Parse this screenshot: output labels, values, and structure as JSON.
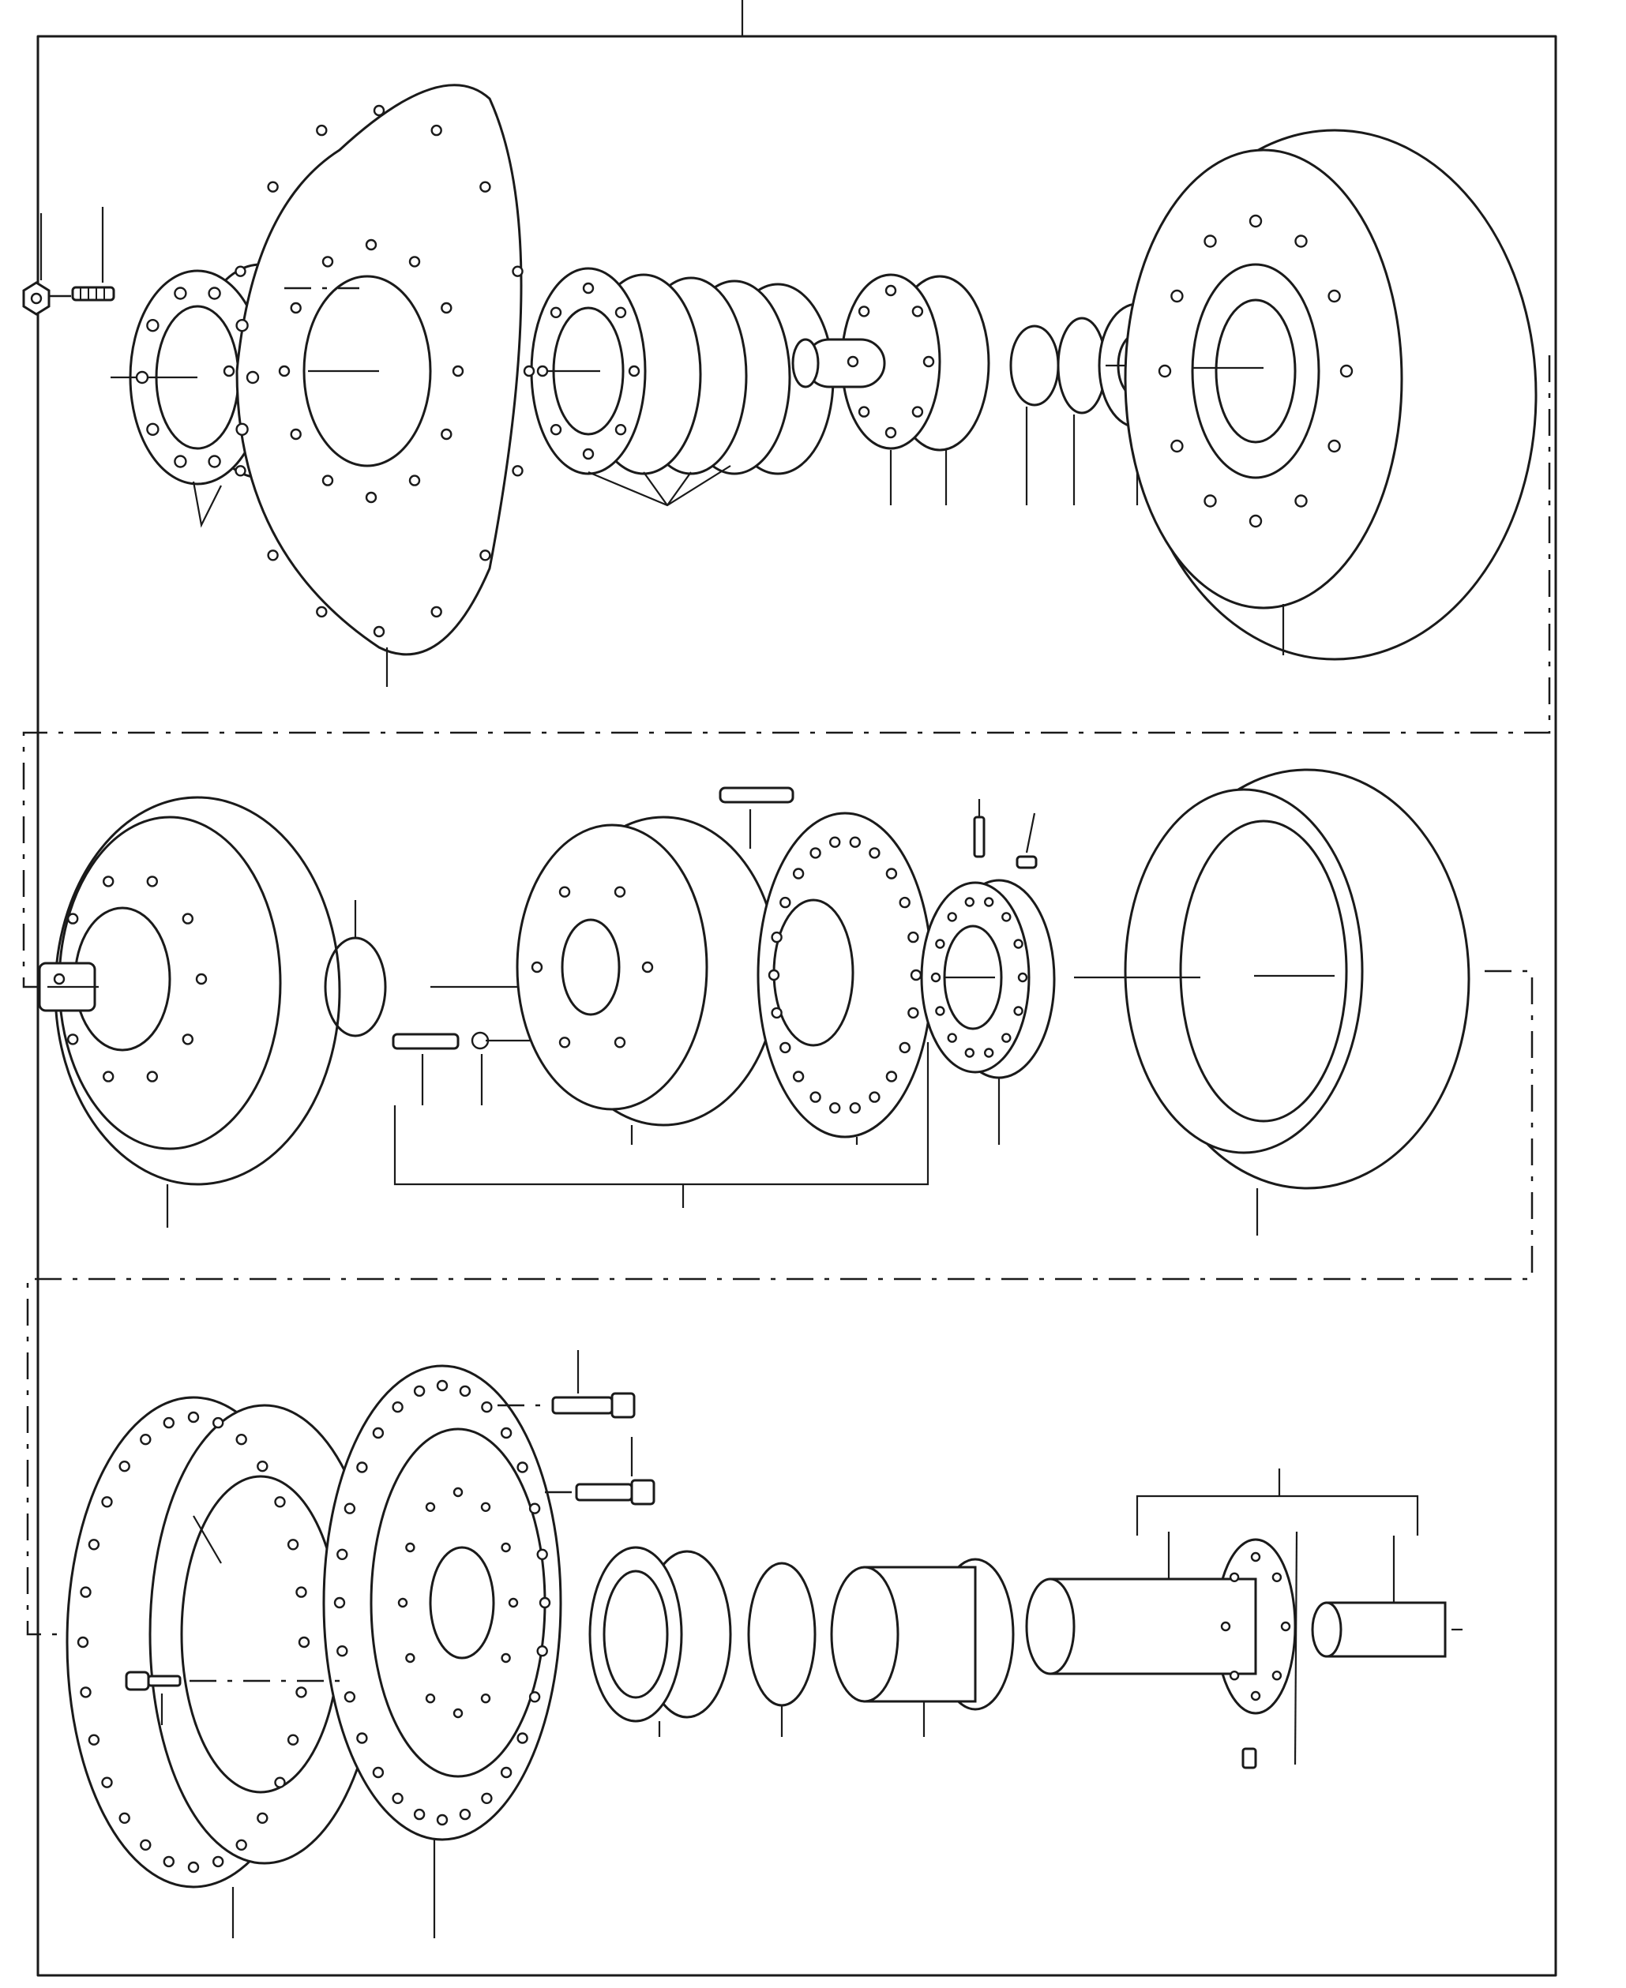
{
  "diagram": {
    "style": "exploded parts view, black line art on white",
    "colors": {
      "ink": "#1a1a1a",
      "background": "#ffffff"
    },
    "sections": [
      {
        "name": "top-row",
        "parts": [
          "nut",
          "bolt",
          "ring-flanges",
          "flex-plate",
          "disc-stack",
          "hub",
          "snap-ring",
          "spacer",
          "bearing",
          "pump-cover"
        ]
      },
      {
        "name": "middle-row",
        "parts": [
          "turbine-wheel",
          "circlip",
          "bolt",
          "washer",
          "stator",
          "pin",
          "bolt",
          "dowel",
          "hub-plate",
          "bearing-cage",
          "impeller-housing"
        ]
      },
      {
        "name": "bottom-row",
        "parts": [
          "ring-flange",
          "cover-flange",
          "cap-screw",
          "bolt",
          "bolt",
          "bearing",
          "shim",
          "sleeve",
          "shaft",
          "bushing",
          "plug"
        ]
      }
    ]
  }
}
